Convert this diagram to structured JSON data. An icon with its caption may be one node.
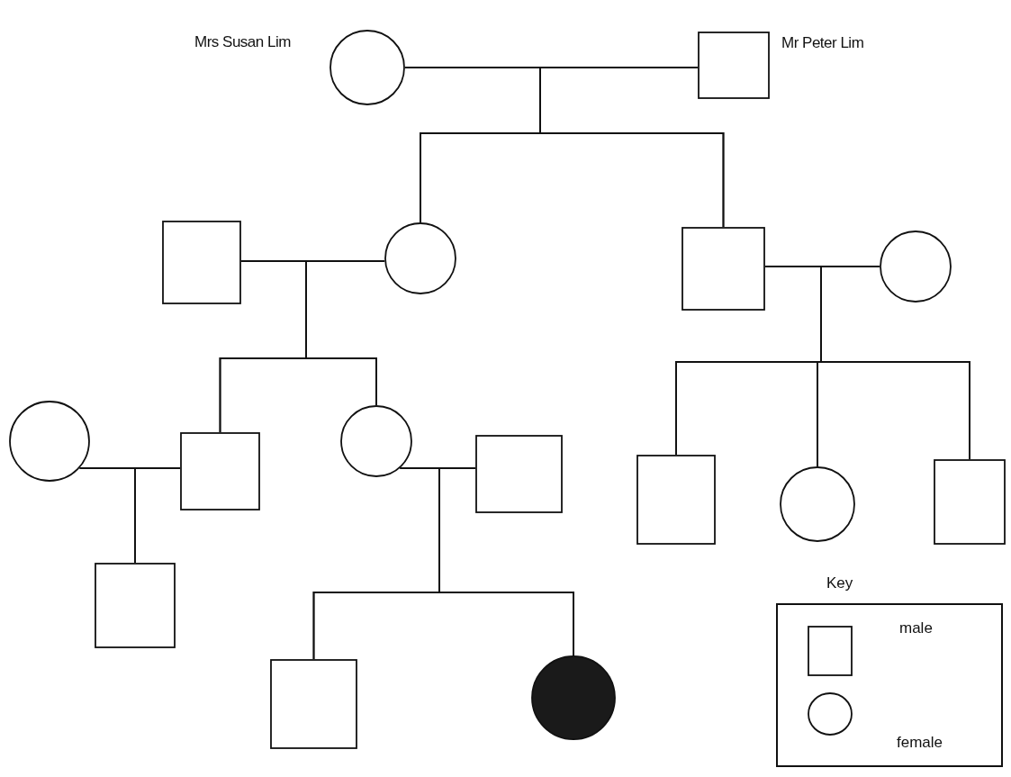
{
  "diagram": {
    "nodes": [
      {
        "text": [],
        "shape": "circle",
        "beside": [
          "Mrs Susan Lim"
        ]
      },
      {
        "text": [],
        "shape": "box",
        "beside": [
          "Mr Peter Lim"
        ]
      },
      {
        "text": [],
        "shape": "box"
      },
      {
        "text": [],
        "shape": "circle"
      },
      {
        "text": [],
        "shape": "box"
      },
      {
        "text": [],
        "shape": "circle"
      },
      {
        "text": [],
        "shape": "circle"
      },
      {
        "text": [],
        "shape": "box"
      },
      {
        "text": [],
        "shape": "circle"
      },
      {
        "text": [],
        "shape": "box"
      },
      {
        "text": [],
        "shape": "box"
      },
      {
        "text": [],
        "shape": "circle"
      },
      {
        "text": [],
        "shape": "box"
      },
      {
        "text": [],
        "shape": "box"
      },
      {
        "text": [],
        "shape": "box"
      },
      {
        "text": [],
        "shape": "disc"
      }
    ],
    "edges": [
      {
        "from": 0,
        "to": 1,
        "arrow": "none"
      },
      {
        "from": 0,
        "to": 3,
        "arrow": "none"
      },
      {
        "from": 0,
        "to": 4,
        "arrow": "none"
      },
      {
        "from": 1,
        "to": 3,
        "arrow": "none"
      },
      {
        "from": 1,
        "to": 4,
        "arrow": "none"
      },
      {
        "from": 2,
        "to": 3,
        "arrow": "none"
      },
      {
        "from": 2,
        "to": 7,
        "arrow": "none"
      },
      {
        "from": 2,
        "to": 8,
        "arrow": "none"
      },
      {
        "from": 3,
        "to": 7,
        "arrow": "none"
      },
      {
        "from": 3,
        "to": 8,
        "arrow": "none"
      },
      {
        "from": 4,
        "to": 5,
        "arrow": "none"
      },
      {
        "from": 4,
        "to": 10,
        "arrow": "none"
      },
      {
        "from": 4,
        "to": 11,
        "arrow": "none"
      },
      {
        "from": 4,
        "to": 12,
        "arrow": "none"
      },
      {
        "from": 5,
        "to": 10,
        "arrow": "none"
      },
      {
        "from": 5,
        "to": 11,
        "arrow": "none"
      },
      {
        "from": 5,
        "to": 12,
        "arrow": "none"
      },
      {
        "from": 6,
        "to": 7,
        "arrow": "none"
      },
      {
        "from": 6,
        "to": 13,
        "arrow": "none"
      },
      {
        "from": 7,
        "to": 13,
        "arrow": "none"
      },
      {
        "from": 8,
        "to": 9,
        "arrow": "none"
      },
      {
        "from": 8,
        "to": 14,
        "arrow": "none"
      },
      {
        "from": 8,
        "to": 15,
        "arrow": "none"
      },
      {
        "from": 9,
        "to": 14,
        "arrow": "none"
      },
      {
        "from": 9,
        "to": 15,
        "arrow": "none"
      }
    ],
    "labels": [
      "Key"
    ],
    "legend": [
      {
        "text": "male"
      },
      {
        "text": "female"
      }
    ]
  }
}
